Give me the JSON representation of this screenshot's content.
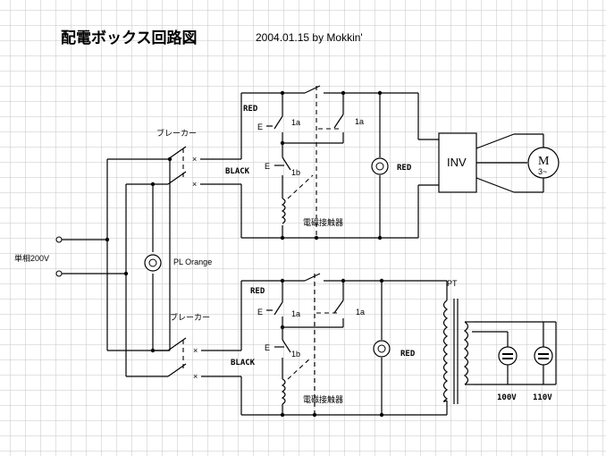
{
  "diagram": {
    "title": "配電ボックス回路図",
    "date_author": "2004.01.15  by Mokkin'",
    "supply_label": "単相200V",
    "pilot_lamp_label": "PL Orange",
    "breaker_label": "ブレーカー",
    "top_circuit": {
      "red_label": "RED",
      "black_label": "BLACK",
      "contact_1a_left": "1a",
      "contact_1a_right": "1a",
      "contact_1b": "1b",
      "pushbutton_top": "E",
      "pushbutton_bottom": "E",
      "lamp_label": "RED",
      "contactor_label": "電磁接触器",
      "inverter_label": "INV",
      "motor_label": "M",
      "motor_phase": "3~"
    },
    "bottom_circuit": {
      "red_label": "RED",
      "black_label": "BLACK",
      "contact_1a_left": "1a",
      "contact_1a_right": "1a",
      "contact_1b": "1b",
      "pushbutton_top": "E",
      "pushbutton_bottom": "E",
      "lamp_label": "RED",
      "contactor_label": "電磁接触器",
      "transformer_label": "PT",
      "outlet_100": "100V",
      "outlet_110": "110V"
    }
  }
}
